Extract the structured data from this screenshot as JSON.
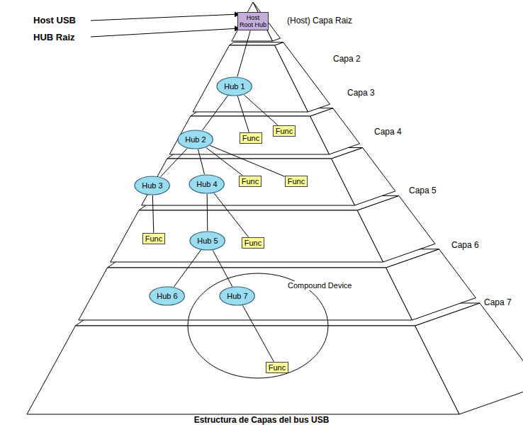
{
  "diagram": {
    "caption": "Estructura de Capas del bus USB",
    "nodes": [
      {
        "text": [
          "Host",
          "Root Hub"
        ]
      },
      {
        "text": [
          "Hub 1"
        ]
      },
      {
        "text": [
          "Func"
        ]
      },
      {
        "text": [
          "Func"
        ]
      },
      {
        "text": [
          "Hub 2"
        ]
      },
      {
        "text": [
          "Func"
        ]
      },
      {
        "text": [
          "Func"
        ]
      },
      {
        "text": [
          "Hub 3"
        ]
      },
      {
        "text": [
          "Hub 4"
        ]
      },
      {
        "text": [
          "Func"
        ]
      },
      {
        "text": [
          "Hub 5"
        ]
      },
      {
        "text": [
          "Func"
        ]
      },
      {
        "text": [
          "Compound Device"
        ]
      },
      {
        "text": [
          "Hub 6"
        ]
      },
      {
        "text": [
          "Hub 7"
        ],
        "in": 12
      },
      {
        "text": [
          "Func"
        ],
        "in": 12
      }
    ],
    "edges": [
      {
        "from": 0,
        "to": 1,
        "arrow": "none"
      },
      {
        "from": 1,
        "to": 4,
        "arrow": "none"
      },
      {
        "from": 1,
        "to": 2,
        "arrow": "none"
      },
      {
        "from": 1,
        "to": 3,
        "arrow": "none"
      },
      {
        "from": 4,
        "to": 7,
        "arrow": "none"
      },
      {
        "from": 4,
        "to": 8,
        "arrow": "none"
      },
      {
        "from": 4,
        "to": 5,
        "arrow": "none"
      },
      {
        "from": 4,
        "to": 6,
        "arrow": "none"
      },
      {
        "from": 7,
        "to": 9,
        "arrow": "none"
      },
      {
        "from": 8,
        "to": 10,
        "arrow": "none"
      },
      {
        "from": 8,
        "to": 11,
        "arrow": "none"
      },
      {
        "from": 10,
        "to": 13,
        "arrow": "none"
      },
      {
        "from": 10,
        "to": 14,
        "arrow": "none"
      },
      {
        "from": 14,
        "to": 15,
        "arrow": "none"
      }
    ],
    "labels": [
      "Host USB",
      "HUB Raiz",
      "(Host) Capa Raiz",
      "Capa 2",
      "Capa 3",
      "Capa 4",
      "Capa 5",
      "Capa 6",
      "Capa 7"
    ]
  }
}
